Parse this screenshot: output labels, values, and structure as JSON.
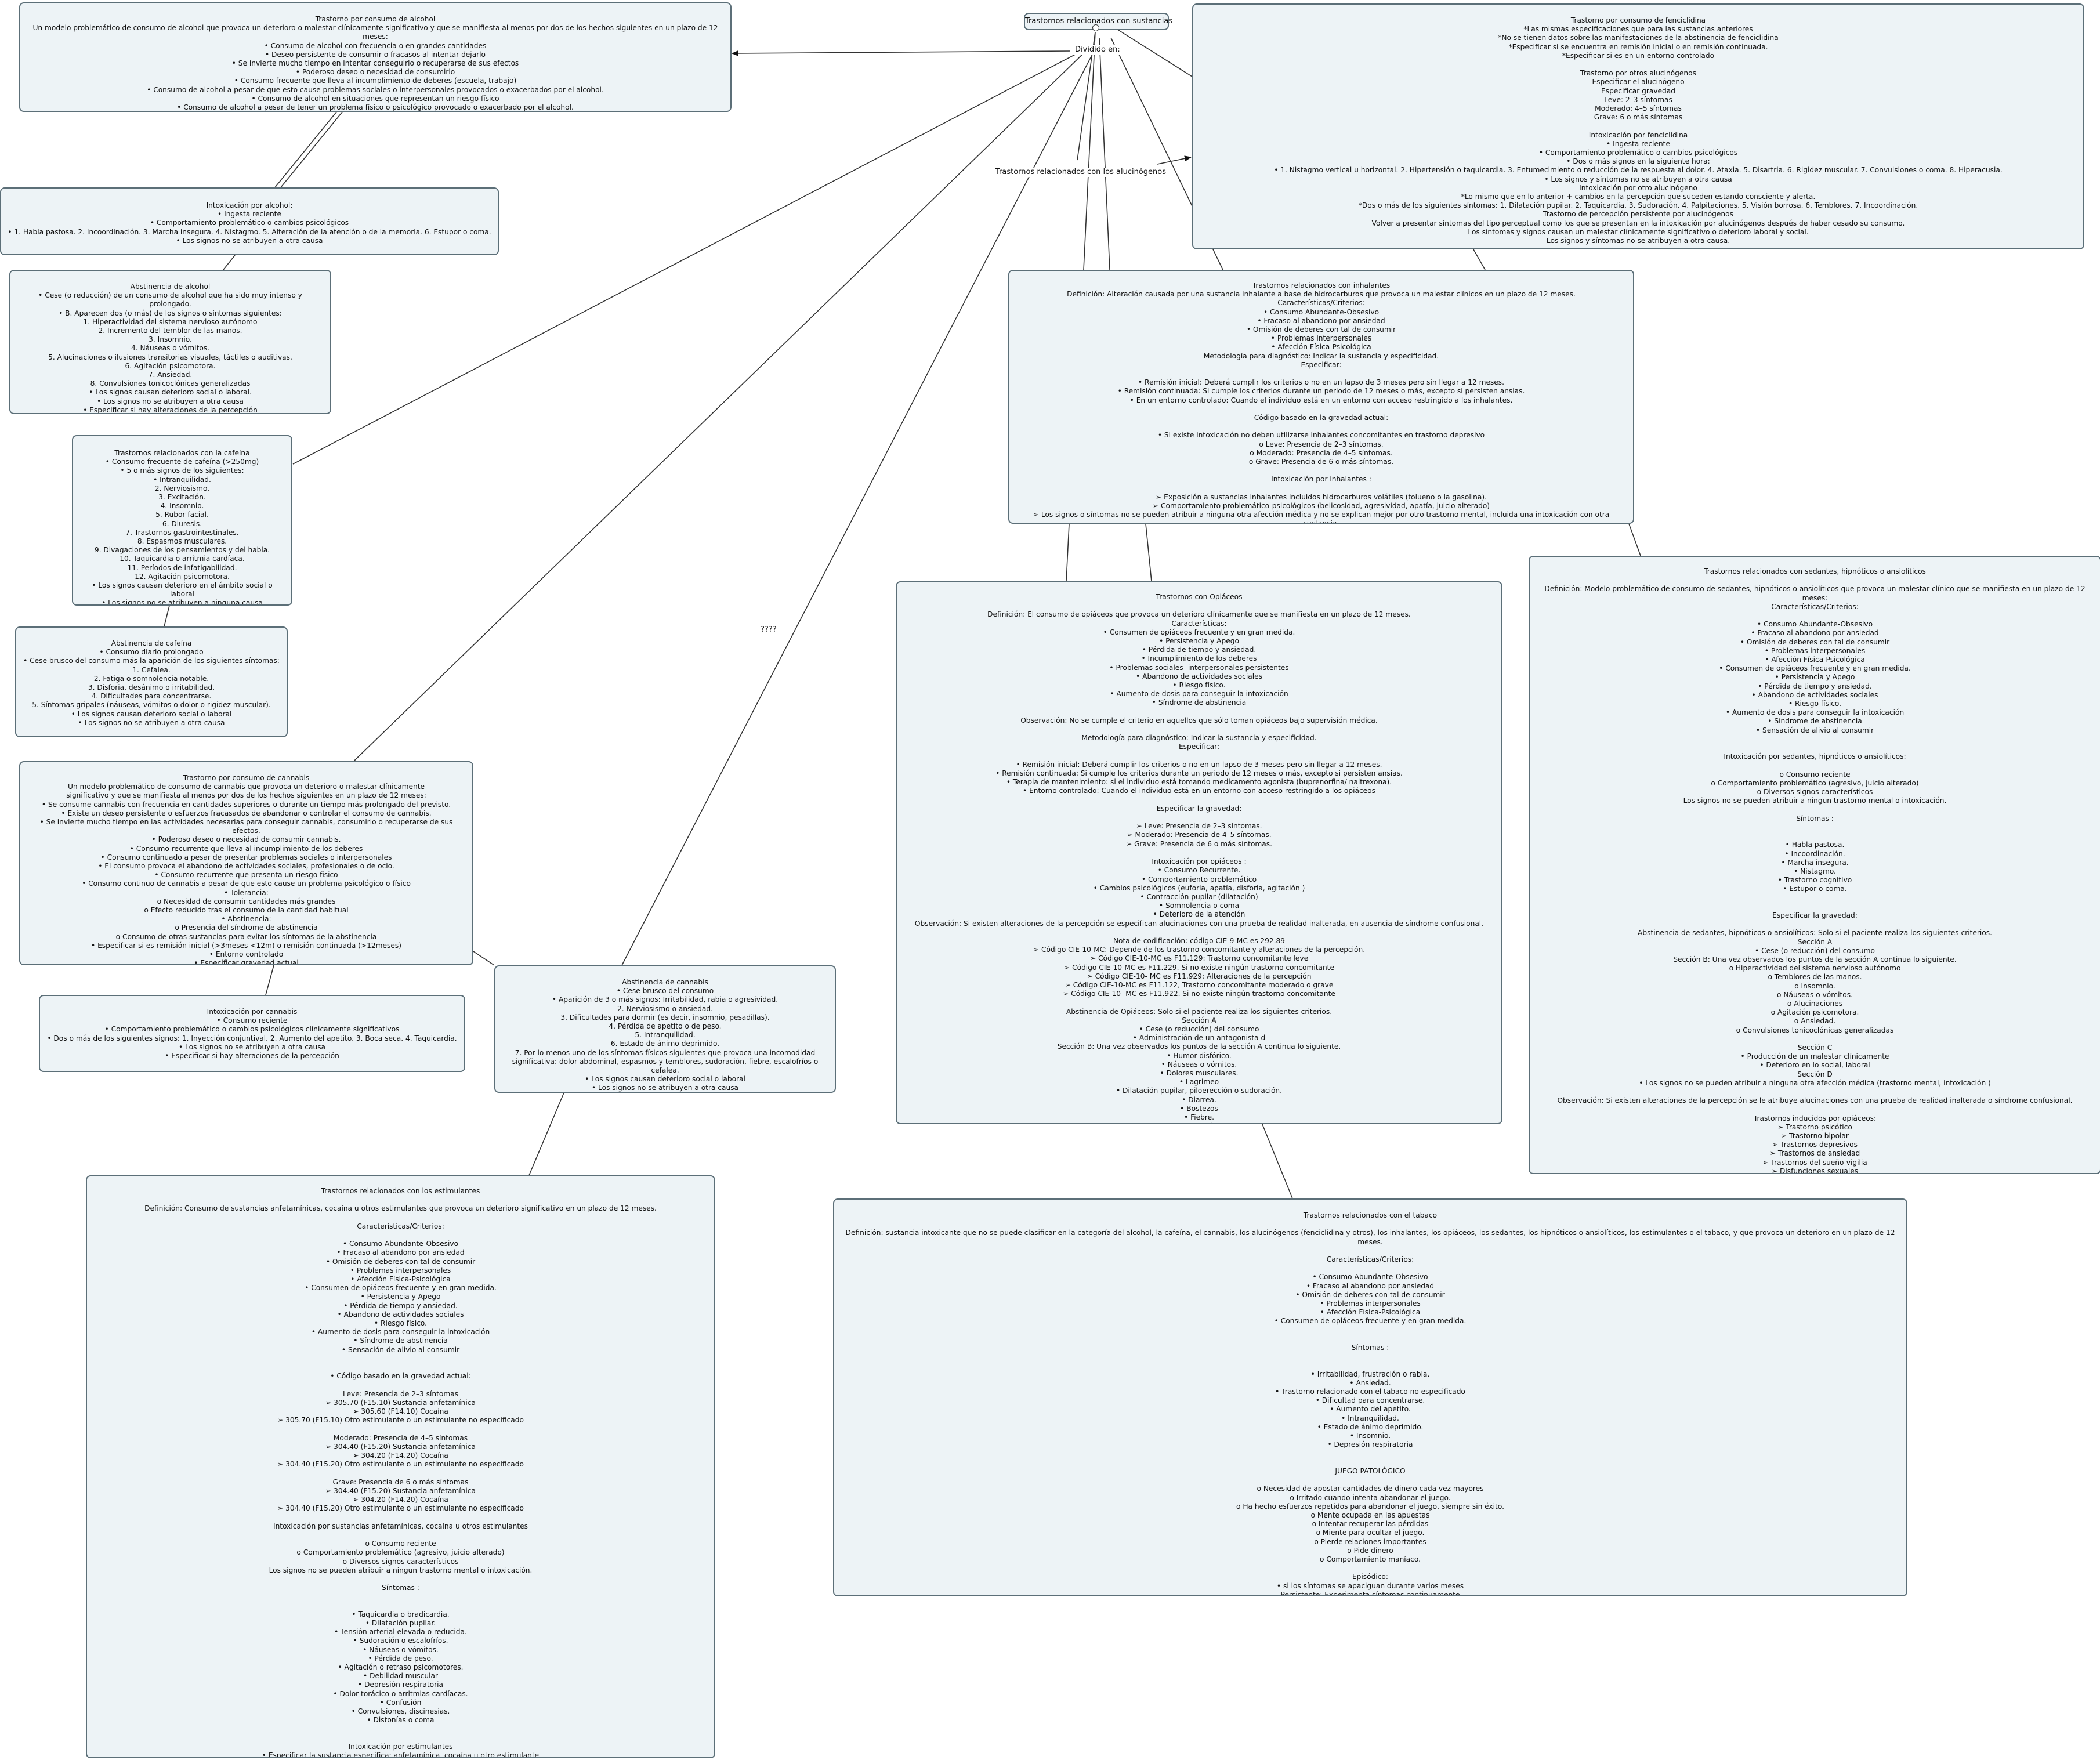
{
  "root": {
    "title": "Trastornos relacionados con sustancias"
  },
  "edge_labels": {
    "divided": "Dividido en:",
    "alucinogenos": "Trastornos relacionados con los alucinógenos",
    "unknown": "????"
  },
  "nodes": {
    "alcohol_use": "Trastorno por consumo de alcohol\nUn modelo problemático de consumo de alcohol que provoca un deterioro o malestar clínicamente significativo y que se manifiesta al menos por dos de los hechos siguientes en un plazo de 12 meses:\n•   Consumo de alcohol con frecuencia o en grandes cantidades\n•   Deseo persistente de consumir o fracasos al intentar dejarlo\n•   Se invierte mucho tiempo en intentar conseguirlo o recuperarse de sus efectos\n•   Poderoso deseo o necesidad de consumirlo\n•   Consumo frecuente que lleva al incumplimiento de deberes (escuela, trabajo)\n•   Consumo de alcohol a pesar de que esto cause problemas sociales o interpersonales provocados o exacerbados por el alcohol.\n•   Consumo de alcohol en situaciones que representan un riesgo físico\n•   Consumo de alcohol a pesar de tener un problema físico o psicológico provocado o exacerbado por el alcohol.",
    "alcohol_intox": "Intoxicación por alcohol:\n•   Ingesta reciente\n•   Comportamiento problemático o cambios psicológicos\n•   1. Habla pastosa. 2. Incoordinación. 3. Marcha insegura. 4. Nistagmo. 5. Alteración de la atención o de la memoria. 6. Estupor o coma.\n•   Los signos no se atribuyen a otra causa",
    "alcohol_abst": "Abstinencia de alcohol\n•   Cese (o reducción) de un consumo de alcohol que ha sido muy intenso y prolongado.\n•   B. Aparecen dos (o más) de los signos o síntomas siguientes:\n1. Hiperactividad del sistema nervioso autónomo\n2. Incremento del temblor de las manos.\n3. Insomnio.\n4. Náuseas o vómitos.\n5. Alucinaciones o ilusiones transitorias visuales, táctiles o auditivas.\n6. Agitación psicomotora.\n7. Ansiedad.\n8. Convulsiones tonicoclónicas generalizadas\n•   Los signos causan deterioro social o laboral.\n•   Los signos no se atribuyen a otra causa\n•   Especificar si hay alteraciones de la percepción",
    "caffeine": "Trastornos relacionados con la cafeína\n•   Consumo frecuente de cafeína (>250mg)\n•   5 o más signos de los siguientes:\n•   Intranquilidad.\n2. Nerviosismo.\n3. Excitación.\n4. Insomnio.\n5. Rubor facial.\n6. Diuresis.\n7. Trastornos gastrointestinales.\n8. Espasmos musculares.\n9. Divagaciones de los pensamientos y del habla.\n10. Taquicardia o arritmia cardíaca.\n11. Períodos de infatigabilidad.\n12. Agitación psicomotora.\n•   Los signos causan deterioro en el ámbito social o laboral\n•   Los signos no se atribuyen a ninguna causa",
    "caffeine_abst": "Abstinencia de cafeína\n•   Consumo diario prolongado\n•   Cese brusco del consumo más la aparición de los siguientes síntomas:\n1. Cefalea.\n2. Fatiga o somnolencia notable.\n3. Disforia, desánimo o irritabilidad.\n4. Dificultades para concentrarse.\n5. Síntomas gripales (náuseas, vómitos o dolor o rigidez muscular).\n•   Los signos causan deterioro social o laboral\n•   Los signos no se atribuyen a otra causa",
    "cannabis_use": "Trastorno por consumo de cannabis\nUn modelo problemático de consumo de cannabis que provoca un deterioro o malestar clínicamente\nsignificativo y que se manifiesta al menos por dos de los hechos siguientes en un plazo de 12 meses:\n•   Se consume cannabis con frecuencia en cantidades superiores o durante un tiempo más prolongado del previsto.\n•   Existe un deseo persistente o esfuerzos fracasados de abandonar o controlar el consumo de cannabis.\n•   Se invierte mucho tiempo en las actividades necesarias para conseguir cannabis, consumirlo o recuperarse de sus efectos.\n•   Poderoso deseo o necesidad de consumir cannabis.\n•   Consumo recurrente que lleva al incumplimiento de los deberes\n•   Consumo continuado a pesar de presentar problemas sociales o interpersonales\n•   El consumo provoca el abandono de actividades sociales, profesionales o de ocio.\n•   Consumo recurrente que presenta un riesgo físico\n•   Consumo continuo de cannabis a pesar de que esto cause un problema psicológico o físico\n•   Tolerancia:\no   Necesidad de consumir cantidades más grandes\no   Efecto reducido tras el consumo de la cantidad habitual\n•   Abstinencia:\no   Presencia del síndrome de abstinencia\no   Consumo de otras sustancias para evitar los síntomas de la abstinencia\n•   Especificar si es remisión inicial (>3meses <12m) o remisión continuada (>12meses)\n•   Entorno controlado\n•   Especificar gravedad actual",
    "cannabis_intox": "Intoxicación por cannabis\n•   Consumo reciente\n•   Comportamiento problemático o cambios psicológicos clínicamente significativos\n•   Dos o más de los siguientes signos: 1. Inyección conjuntival. 2. Aumento del apetito. 3. Boca seca. 4. Taquicardia.\n•   Los signos no se atribuyen a otra causa\n•   Especificar si hay alteraciones de la percepción",
    "cannabis_abst": "Abstinencia de cannabis\n•   Cese brusco del consumo\n•   Aparición de 3 o más signos: Irritabilidad, rabia o agresividad.\n2. Nerviosismo o ansiedad.\n3. Dificultades para dormir (es decir, insomnio, pesadillas).\n4. Pérdida de apetito o de peso.\n5. Intranquilidad.\n6. Estado de ánimo deprimido.\n7. Por lo menos uno de los síntomas físicos siguientes que provoca una incomodidad\nsignificativa: dolor abdominal, espasmos y temblores, sudoración, fiebre, escalofríos o cefalea.\n•   Los signos causan deterioro social o laboral\n•   Los signos no se atribuyen a otra causa",
    "phencyclidine": "Trastorno por consumo de fenciclidina\n*Las mismas especificaciones que para las sustancias anteriores\n*No se tienen datos sobre las manifestaciones de la abstinencia de fenciclidina\n*Especificar si se encuentra en remisión inicial o en remisión continuada.\n*Especificar si es en un entorno controlado\n\nTrastorno por otros alucinógenos\nEspecificar el alucinógeno\nEspecificar gravedad\nLeve: 2–3 síntomas\nModerado: 4–5 síntomas\nGrave: 6 o más síntomas\n\nIntoxicación por fenciclidina\n•   Ingesta reciente\n•   Comportamiento problemático o cambios psicológicos\n•   Dos o más signos en la siguiente hora:\n•   1. Nistagmo vertical u horizontal. 2. Hipertensión o taquicardia. 3. Entumecimiento o reducción de la respuesta al dolor. 4. Ataxia. 5. Disartria. 6. Rigidez muscular. 7. Convulsiones o coma. 8. Hiperacusia.\n•   Los signos y síntomas no se atribuyen a otra causa\nIntoxicación por otro alucinógeno\n*Lo mismo que en lo anterior + cambios en la percepción que suceden estando consciente y alerta.\n*Dos o más de los siguientes síntomas: 1. Dilatación pupilar. 2. Taquicardia. 3. Sudoración. 4. Palpitaciones. 5. Visión borrosa. 6. Temblores. 7. Incoordinación.\nTrastorno de percepción persistente por alucinógenos\nVolver a presentar síntomas del tipo perceptual como los que se presentan en la intoxicación por alucinógenos después de haber cesado su consumo.\nLos síntomas y signos causan un malestar clínicamente significativo o deterioro laboral y social.\nLos signos y síntomas no se atribuyen a otra causa.",
    "inhalants": "Trastornos relacionados con inhalantes\nDefinición: Alteración causada por una sustancia inhalante a base de hidrocarburos que provoca un malestar clínicos  en un plazo de 12 meses.\nCaracterísticas/Criterios:\n•   Consumo Abundante-Obsesivo\n•   Fracaso al abandono por ansiedad\n•   Omisión de deberes con tal de consumir\n•   Problemas interpersonales\n•   Afección Física-Psicológica\nMetodología para diagnóstico: Indicar la sustancia y especificidad.\nEspecificar:\n\n•   Remisión inicial: Deberá cumplir los criterios o no en un lapso de 3 meses pero sin llegar a 12 meses.\n•   Remisión continuada: Si cumple los criterios durante un periodo de 12 meses o más, excepto si persisten ansias.\n•   En un entorno controlado: Cuando el individuo está en un entorno con acceso restringido a los inhalantes.\n\nCódigo basado en la gravedad actual:\n\n•   Si existe intoxicación no deben utilizarse inhalantes concomitantes en trastorno depresivo\no   Leve: Presencia de 2–3 síntomas.\no   Moderado: Presencia de 4–5 síntomas.\no   Grave: Presencia de 6 o más síntomas.\n\nIntoxicación por inhalantes :\n\n➢   Exposición a sustancias inhalantes incluidos hidrocarburos volátiles (tolueno o la gasolina).\n➢   Comportamiento problemático-psicológicos (belicosidad, agresividad, apatía, juicio alterado)\n➢   Los signos o síntomas no se pueden atribuir a ninguna otra afección médica y no se explican mejor por otro trastorno mental, incluida una intoxicación con otra sustancia.",
    "opioids": "Trastornos con Opiáceos\n\nDefinición: El consumo de opiáceos que provoca un deterioro clínicamente que se manifiesta en un plazo de 12 meses.\nCaracterísticas:\n•   Consumen de opiáceos frecuente y en gran medida.\n•   Persistencia y Apego\n•   Pérdida de tiempo y ansiedad.\n•   Incumplimiento de los deberes\n•   Problemas sociales- interpersonales persistentes\n•   Abandono de actividades sociales\n•   Riesgo físico.\n•   Aumento de dosis para conseguir la intoxicación\n•   Síndrome de abstinencia\n\nObservación:  No se cumple el criterio en aquellos que sólo toman opiáceos bajo supervisión médica.\n\nMetodología para diagnóstico: Indicar la sustancia y especificidad.\nEspecificar:\n\n•   Remisión inicial: Deberá cumplir los criterios o no en un lapso de 3 meses pero sin llegar a 12 meses.\n•   Remisión continuada: Si cumple los criterios durante un periodo de 12 meses o más, excepto si persisten ansias.\n•   Terapia de mantenimiento: si el individuo está tomando medicamento agonista  (buprenorfina/ naltrexona).\n•   Entorno controlado:  Cuando el individuo está en un entorno con acceso restringido a los opiáceos\n\nEspecificar la gravedad:\n\n➢   Leve: Presencia de 2–3 síntomas.\n➢   Moderado: Presencia de 4–5 síntomas.\n➢   Grave: Presencia de 6 o más síntomas.\n\nIntoxicación por opiáceos :\n•   Consumo Recurrente.\n•   Comportamiento problemático\n•   Cambios psicológicos (euforia, apatía, disforia, agitación )\n•   Contracción pupilar (dilatación)\n•   Somnolencia o coma\n•   Deterioro de la atención\nObservación: Si existen alteraciones de la percepción se especifican alucinaciones con una prueba de realidad inalterada, en ausencia de síndrome confusional.\n\nNota de codificación: código CIE-9-MC es 292.89\n➢   Código CIE-10-MC: Depende de los trastorno concomitante y alteraciones de la percepción.\n➢   Código CIE-10-MC es F11.129: Trastorno concomitante leve\n➢   Código CIE-10-MC es F11.229. Si no existe ningún trastorno concomitante\n➢   Código CIE-10- MC es F11.929: Alteraciones de la percepción\n➢   Código CIE-10-MC es F11.122, Trastorno concomitante moderado o grave\n➢   Código CIE-10- MC es F11.922. Si no existe ningún trastorno concomitante\n\nAbstinencia de Opiáceos: Solo si el paciente realiza los siguientes criterios.\nSección A\n•   Cese (o reducción) del consumo\n•   Administración de un antagonista d\nSección B: Una vez observados los puntos de la sección A continua lo siguiente.\n•   Humor disfórico.\n•   Náuseas o vómitos.\n•   Dolores musculares.\n•   Lagrimeo\n•   Dilatación pupilar, piloerección o sudoración.\n•   Diarrea.\n•   Bostezos\n•   Fiebre.\n•   Insomnio.",
    "sedatives": "Trastornos relacionados con sedantes, hipnóticos o ansiolíticos\n\nDefinición: Modelo problemático de consumo de sedantes, hipnóticos o ansiolíticos que provoca un malestar clínico que se manifiesta en un plazo de 12 meses:\nCaracterísticas/Criterios:\n\n•   Consumo Abundante-Obsesivo\n•   Fracaso al abandono por ansiedad\n•   Omisión de deberes con tal de consumir\n•   Problemas interpersonales\n•   Afección Física-Psicológica\n•   Consumen de opiáceos frecuente y en gran medida.\n•   Persistencia y Apego\n•   Pérdida de tiempo y ansiedad.\n•   Abandono de actividades sociales\n•   Riesgo físico.\n•   Aumento de dosis para conseguir la intoxicación\n•   Síndrome de abstinencia\n•   Sensación de alivio al consumir\n\n\nIntoxicación por sedantes, hipnóticos o ansiolíticos:\n\no   Consumo reciente\no   Comportamiento problemático (agresivo, juicio alterado)\no   Diversos signos característicos\nLos signos no se pueden atribuir a ningun trastorno mental o intoxicación.\n\nSíntomas :\n\n\n•   Habla pastosa.\n•   Incoordinación.\n•   Marcha insegura.\n•   Nistagmo.\n•   Trastorno cognitivo\n•   Estupor o coma.\n\n\nEspecificar la gravedad:\n\nAbstinencia de sedantes, hipnóticos o ansiolíticos: Solo si el paciente realiza los siguientes criterios.\nSección A\n•   Cese (o reducción) del consumo\nSección B: Una vez observados los puntos de la sección A continua lo siguiente.\no   Hiperactividad del sistema nervioso autónomo\no   Temblores de las manos.\no   Insomnio.\no   Náuseas o vómitos.\no   Alucinaciones\no   Agitación psicomotora.\no   Ansiedad.\no   Convulsiones tonicoclónicas generalizadas\n\nSección C\n•   Producción de un malestar clínicamente\n•   Deterioro en lo social, laboral\nSección D\n•   Los signos no se pueden atribuir a ninguna otra afección médica (trastorno mental, intoxicación )\n\nObservación:  Si existen alteraciones de la percepción se le atribuye alucinaciones con una prueba de realidad inalterada o síndrome confusional.\n\nTrastornos inducidos por opiáceos:\n➢   Trastorno psicótico\n➢   Trastorno bipolar\n➢   Trastornos depresivos\n➢   Trastornos de ansiedad\n➢   Trastornos del sueño-vigilia\n➢   Disfunciones sexuales\n➢   Trastornos neurocognitivos (se diagnostican en lugar de intoxicación).",
    "stimulants": "Trastornos relacionados con los estimulantes\n\nDefinición: Consumo de sustancias anfetamínicas, cocaína u otros estimulantes que provoca un deterioro significativo en un plazo de 12 meses.\n\nCaracterísticas/Criterios:\n\n•   Consumo Abundante-Obsesivo\n•   Fracaso al abandono por ansiedad\n•   Omisión de deberes con tal de consumir\n•   Problemas interpersonales\n•   Afección Física-Psicológica\n•   Consumen de opiáceos frecuente y en gran medida.\n•   Persistencia y Apego\n•   Pérdida de tiempo y ansiedad.\n•   Abandono de actividades sociales\n•   Riesgo físico.\n•   Aumento de dosis para conseguir la intoxicación\n•   Síndrome de abstinencia\n•   Sensación de alivio al consumir\n\n\n•   Código basado en la gravedad actual:\n\nLeve: Presencia de 2–3 síntomas\n➢   305.70 (F15.10) Sustancia anfetamínica\n➢   305.60 (F14.10) Cocaína\n➢   305.70 (F15.10) Otro estimulante o un estimulante no especificado\n\nModerado: Presencia de 4–5 síntomas\n➢   304.40 (F15.20) Sustancia anfetamínica\n➢   304.20 (F14.20) Cocaína\n➢   304.40 (F15.20) Otro estimulante o un estimulante no especificado\n\nGrave: Presencia de 6 o más síntomas\n➢   304.40 (F15.20) Sustancia anfetamínica\n➢   304.20 (F14.20) Cocaína\n➢   304.40 (F15.20) Otro estimulante o un estimulante no especificado\n\nIntoxicación por sustancias anfetamínicas, cocaína u otros estimulantes\n\no   Consumo reciente\no   Comportamiento problemático (agresivo, juicio alterado)\no   Diversos signos característicos\nLos signos no se pueden atribuir a ningun trastorno mental o intoxicación.\n\nSíntomas :\n\n\n•   Taquicardia o bradicardia.\n•   Dilatación pupilar.\n•   Tensión arterial elevada o reducida.\n•   Sudoración o escalofríos.\n•   Náuseas o vómitos.\n•   Pérdida de peso.\n•   Agitación o retraso psicomotores.\n•   Debilidad muscular\n•   Depresión respiratoria\n•   Dolor torácico o arritmias cardíacas.\n•   Confusión\n•   Convulsiones, discinesias.\n•   Distonías o coma\n\n\nIntoxicación por estimulantes\n•   Especificar la sustancia especifica: anfetamínica, cocaína u otro estimulante\n•   Especificar alteraciones de la percepción: Si existen alteraciones de la percepción se le atribuye alucinaciones con una prueba de realidad inalterada o síndrome confusional.",
    "tobacco": "Trastornos relacionados con el tabaco\n\nDefinición: sustancia intoxicante que no se puede clasificar en la categoría del alcohol, la cafeína, el cannabis, los alucinógenos (fenciclidina y otros), los inhalantes, los opiáceos, los sedantes, los hipnóticos o ansiolíticos, los estimulantes o el tabaco, y que provoca un deterioro en un plazo de 12 meses.\n\nCaracterísticas/Criterios:\n\n•   Consumo Abundante-Obsesivo\n•   Fracaso al abandono por ansiedad\n•   Omisión de deberes con tal de consumir\n•   Problemas interpersonales\n•   Afección Física-Psicológica\n•   Consumen de opiáceos frecuente y en gran medida.\n\n\nSíntomas :\n\n\n•   Irritabilidad, frustración o rabia.\n•   Ansiedad.\n•   Trastorno relacionado con el tabaco no especificado\n•   Dificultad para concentrarse.\n•   Aumento del apetito.\n•   Intranquilidad.\n•   Estado de ánimo deprimido.\n•   Insomnio.\n•   Depresión respiratoria\n\n\nJUEGO PATOLÓGICO\n\no   Necesidad de apostar cantidades de dinero cada vez mayores\no   Irritado cuando intenta abandonar el juego.\no   Ha hecho esfuerzos repetidos para abandonar el juego, siempre sin éxito.\no   Mente ocupada en las apuestas\no   Intentar recuperar las pérdidas\no   Miente para ocultar el juego.\no   Pierde relaciones importantes\no   Pide  dinero\no   Comportamiento maníaco.\n\nEpisódico:\n•   si los síntomas se apaciguan durante varios meses\nPersistente: Experimenta síntomas continuamente"
  }
}
